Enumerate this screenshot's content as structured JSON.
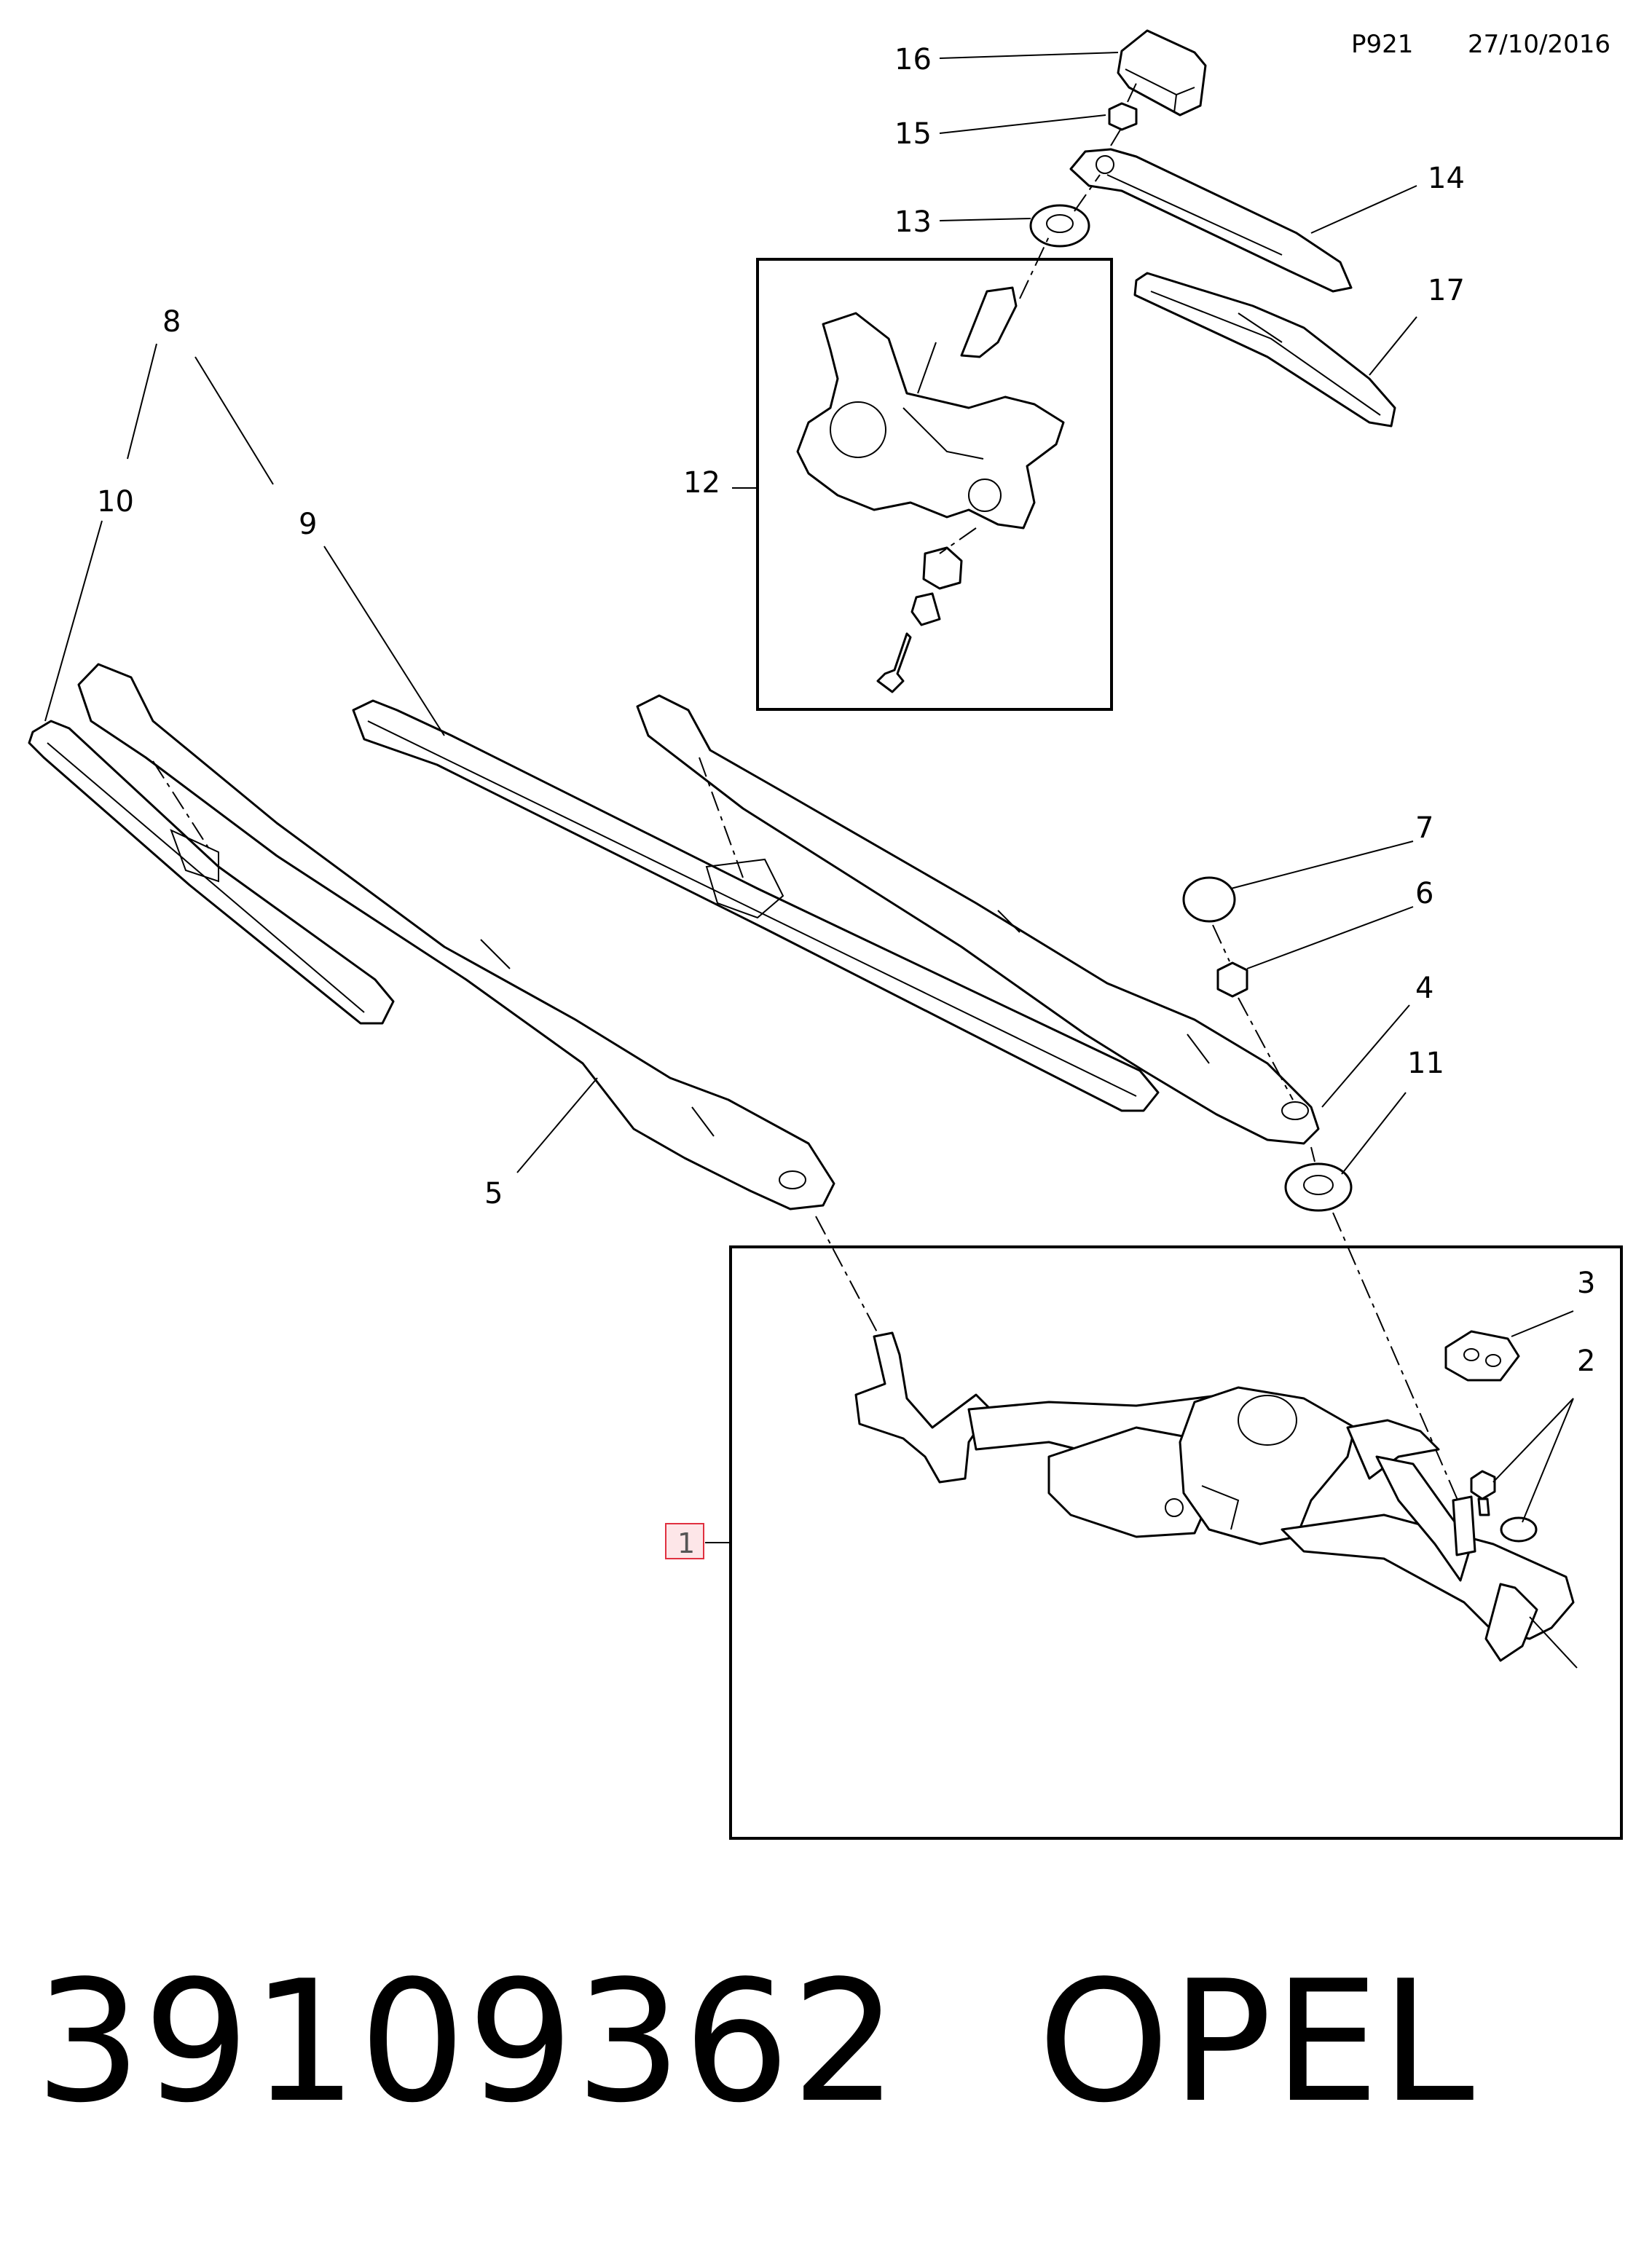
{
  "header": {
    "code": "P921",
    "date": "27/10/2016"
  },
  "callouts": {
    "c1": "1",
    "c2": "2",
    "c3": "3",
    "c4": "4",
    "c5": "5",
    "c6": "6",
    "c7": "7",
    "c8": "8",
    "c9": "9",
    "c10": "10",
    "c11": "11",
    "c12": "12",
    "c13": "13",
    "c14": "14",
    "c15": "15",
    "c16": "16",
    "c17": "17"
  },
  "highlight_color": "#e03040",
  "footer": {
    "part_number": "39109362",
    "brand": "OPEL"
  }
}
